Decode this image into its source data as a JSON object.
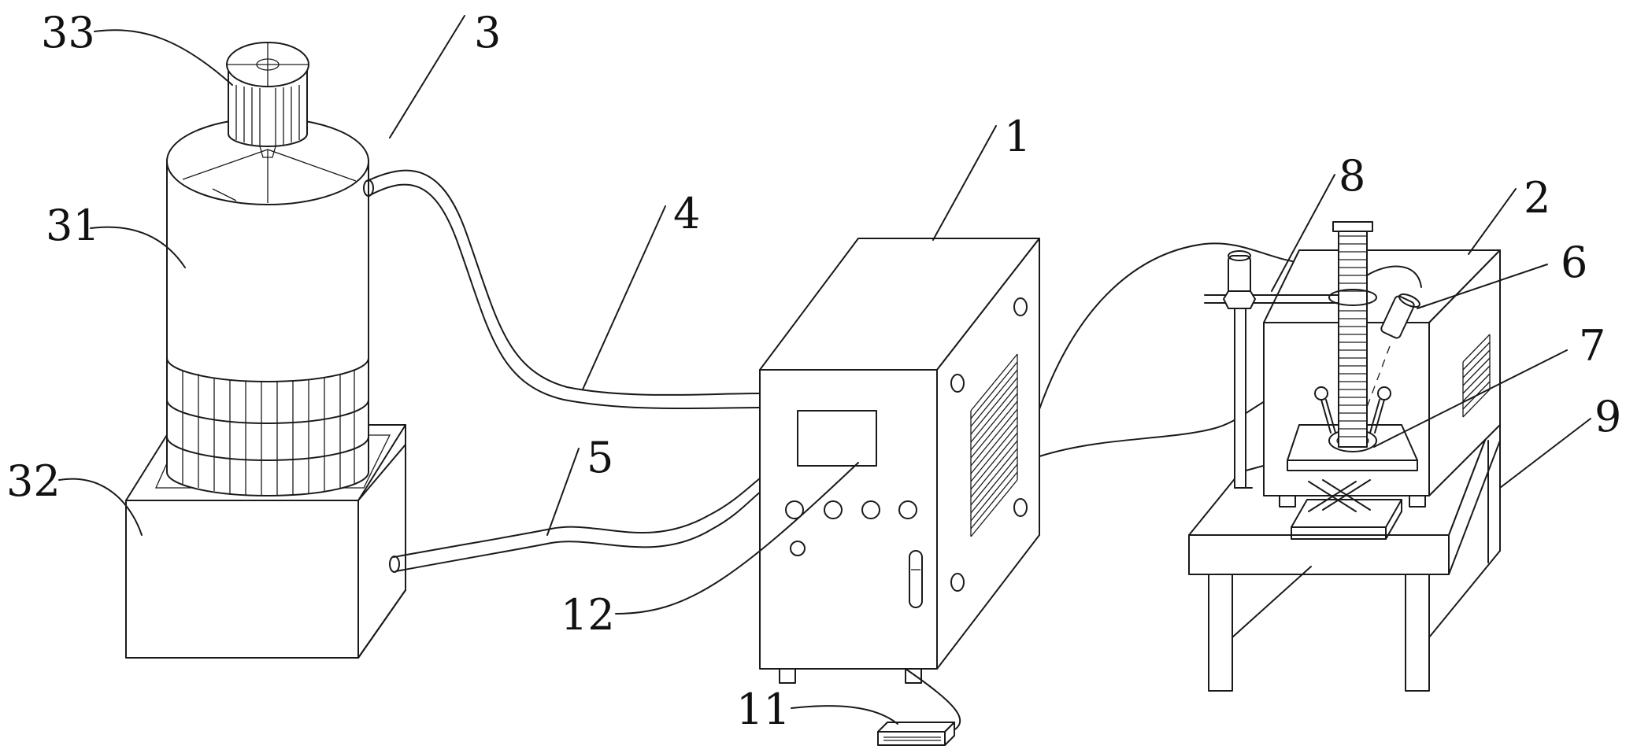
{
  "diagram": {
    "labels": {
      "l1": "1",
      "l2": "2",
      "l3": "3",
      "l4": "4",
      "l5": "5",
      "l6": "6",
      "l7": "7",
      "l8": "8",
      "l9": "9",
      "l11": "11",
      "l12": "12",
      "l31": "31",
      "l32": "32",
      "l33": "33"
    }
  }
}
